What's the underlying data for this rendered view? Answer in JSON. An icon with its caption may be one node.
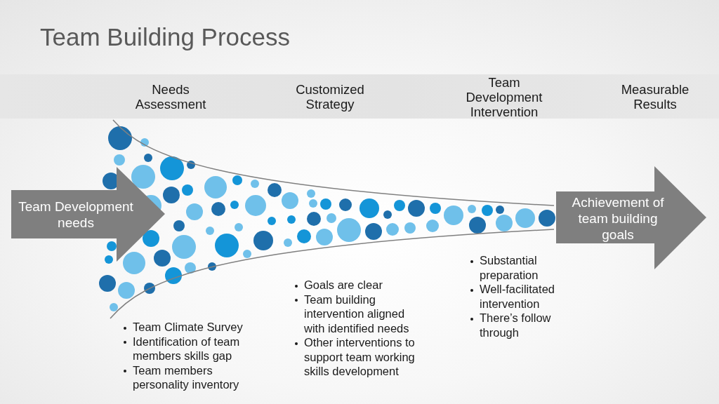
{
  "diagram": {
    "title": "Team Building Process",
    "nodes": [
      {
        "text": [
          "Needs Assessment",
          "Customized Strategy",
          "Team Development Intervention",
          "Measurable Results"
        ]
      },
      {
        "text": [
          "Team Development needs"
        ]
      },
      {
        "text": [
          "Achievement of team building goals"
        ]
      }
    ],
    "labels": [
      "Team Climate Survey",
      "Identification of team members skills gap",
      "Team members personality inventory",
      "Goals are clear",
      "Team building intervention aligned with identified needs",
      "Other interventions to support team working skills development",
      "Substantial preparation",
      "Well-facilitated intervention",
      "There’s follow through"
    ]
  }
}
